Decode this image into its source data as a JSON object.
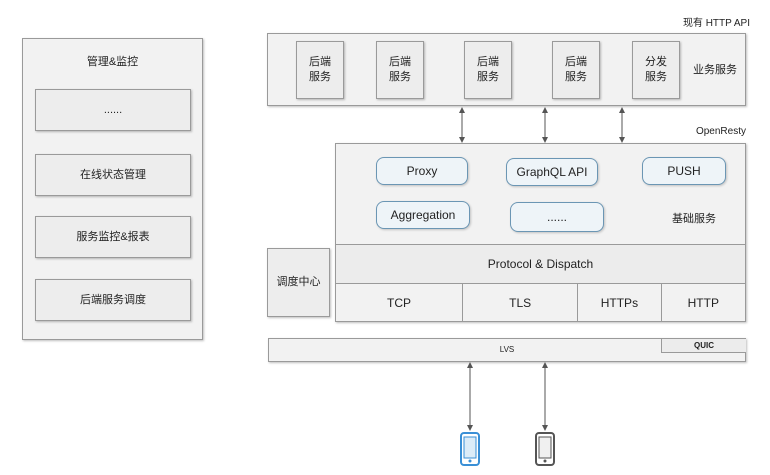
{
  "management": {
    "title": "管理&监控",
    "items": [
      "......",
      "在线状态管理",
      "服务监控&报表",
      "后端服务调度"
    ]
  },
  "http_api": {
    "title": "现有 HTTP API",
    "services": [
      "后端\n服务",
      "后端\n服务",
      "后端\n服务",
      "后端\n服务",
      "分发\n服务"
    ],
    "label": "业务服务"
  },
  "openresty": {
    "title": "OpenResty",
    "modules": [
      "Proxy",
      "GraphQL API",
      "PUSH",
      "Aggregation",
      "......"
    ],
    "basic_label": "基础服务",
    "protocol_label": "Protocol & Dispatch",
    "transports": [
      "TCP",
      "TLS",
      "HTTPs",
      "HTTP"
    ]
  },
  "scheduler": {
    "label": "调度中心"
  },
  "lvs": {
    "label": "LVS",
    "quic_label": "QUIC"
  },
  "devices": [
    "mobile-phone-icon",
    "mobile-phone-icon"
  ],
  "colors": {
    "accent": "#6b96b4",
    "phone_blue": "#3a8fd6",
    "phone_gray": "#555555"
  }
}
